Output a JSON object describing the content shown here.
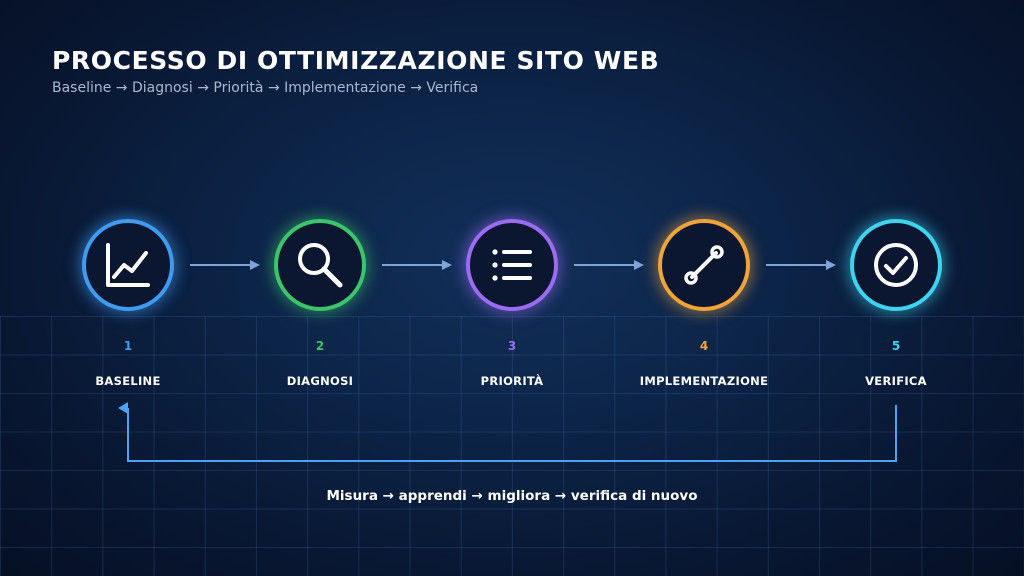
{
  "header": {
    "title": "PROCESSO DI OTTIMIZZAZIONE SITO WEB",
    "subtitle": "Baseline → Diagnosi → Priorità → Implementazione → Verifica"
  },
  "steps": [
    {
      "number": "1",
      "label": "BASELINE",
      "color": "#3f9bf0",
      "icon": "line-chart-icon"
    },
    {
      "number": "2",
      "label": "DIAGNOSI",
      "color": "#3cc46a",
      "icon": "search-icon"
    },
    {
      "number": "3",
      "label": "PRIORITÀ",
      "color": "#9b6cf2",
      "icon": "list-icon"
    },
    {
      "number": "4",
      "label": "IMPLEMENTAZIONE",
      "color": "#f0a33a",
      "icon": "wrench-icon"
    },
    {
      "number": "5",
      "label": "VERIFICA",
      "color": "#3ed3ee",
      "icon": "check-circle-icon"
    }
  ],
  "loop": {
    "caption": "Misura → apprendi → migliora → verifica di nuovo",
    "color": "#4ea1f3"
  },
  "connector_color": "#7fa5d8"
}
